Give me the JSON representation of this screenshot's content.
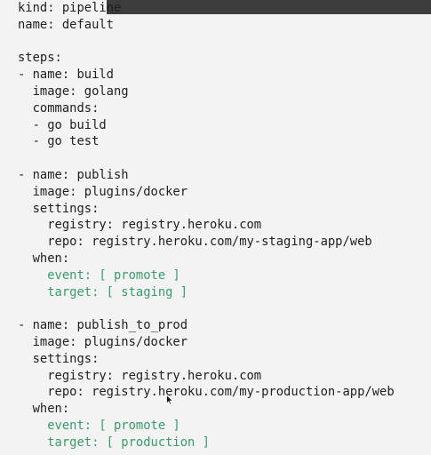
{
  "editor": {
    "lines": [
      {
        "text": "kind: pipeline",
        "style": "plain"
      },
      {
        "text": "name: default",
        "style": "plain"
      },
      {
        "text": "",
        "style": "plain"
      },
      {
        "text": "steps:",
        "style": "plain"
      },
      {
        "text": "- name: build",
        "style": "plain"
      },
      {
        "text": "  image: golang",
        "style": "plain"
      },
      {
        "text": "  commands:",
        "style": "plain"
      },
      {
        "text": "  - go build",
        "style": "plain"
      },
      {
        "text": "  - go test",
        "style": "plain"
      },
      {
        "text": "",
        "style": "plain"
      },
      {
        "text": "- name: publish",
        "style": "plain"
      },
      {
        "text": "  image: plugins/docker",
        "style": "plain"
      },
      {
        "text": "  settings:",
        "style": "plain"
      },
      {
        "text": "    registry: registry.heroku.com",
        "style": "plain"
      },
      {
        "text": "    repo: registry.heroku.com/my-staging-app/web",
        "style": "plain"
      },
      {
        "text": "  when:",
        "style": "plain"
      },
      {
        "text": "    event: [ promote ]",
        "style": "green"
      },
      {
        "text": "    target: [ staging ]",
        "style": "green"
      },
      {
        "text": "",
        "style": "plain"
      },
      {
        "text": "- name: publish_to_prod",
        "style": "plain"
      },
      {
        "text": "  image: plugins/docker",
        "style": "plain"
      },
      {
        "text": "  settings:",
        "style": "plain"
      },
      {
        "text": "    registry: registry.heroku.com",
        "style": "plain"
      },
      {
        "text": "    repo: registry.heroku.com/my-production-app/web",
        "style": "plain"
      },
      {
        "text": "  when:",
        "style": "plain"
      },
      {
        "text": "    event: [ promote ]",
        "style": "green"
      },
      {
        "text": "    target: [ production ]",
        "style": "green"
      }
    ]
  },
  "colors": {
    "background": "#f3f3f3",
    "text": "#202124",
    "highlight": "#3a9a6b",
    "top_bar": "#3c3c3c"
  },
  "icons": {
    "cursor": "mouse-pointer-icon"
  }
}
